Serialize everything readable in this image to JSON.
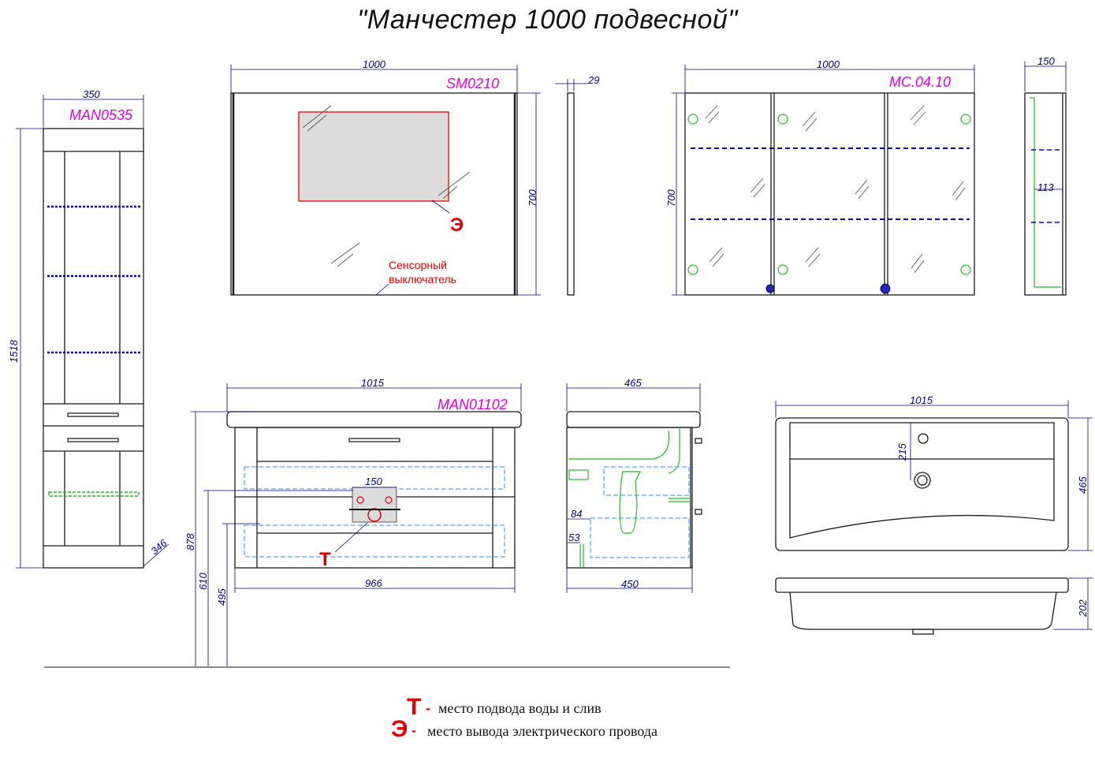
{
  "title": "\"Манчестер 1000 подвесной\"",
  "codes": {
    "pencil_case": "MAN0535",
    "mirror": "SM0210",
    "cabinet": "MC.04.10",
    "vanity": "MAN01102"
  },
  "dimensions": {
    "pencil_width": "350",
    "pencil_height": "1518",
    "pencil_depth": "346",
    "mirror_width": "1000",
    "mirror_height": "700",
    "mirror_depth": "29",
    "cabinet_width": "1000",
    "cabinet_height": "700",
    "cabinet_depth": "150",
    "cabinet_shelf": "113",
    "vanity_top_width": "1015",
    "vanity_body_width": "966",
    "vanity_plate": "150",
    "height_878": "878",
    "height_610": "610",
    "height_495": "495",
    "side_top_depth": "465",
    "side_body_depth": "450",
    "side_84": "84",
    "side_53": "53",
    "basin_width": "1015",
    "basin_depth": "465",
    "basin_tap_offset": "215",
    "basin_height": "202"
  },
  "notes": {
    "touch_switch_line1": "Сенсорный",
    "touch_switch_line2": "выключатель",
    "mark_electric": "Э",
    "mark_water": "Т"
  },
  "legend": [
    {
      "mark": "Т",
      "dash": "-",
      "text": "место подвода воды и слив"
    },
    {
      "mark": "Э",
      "dash": "-",
      "text": "место вывода электрического провода"
    }
  ]
}
